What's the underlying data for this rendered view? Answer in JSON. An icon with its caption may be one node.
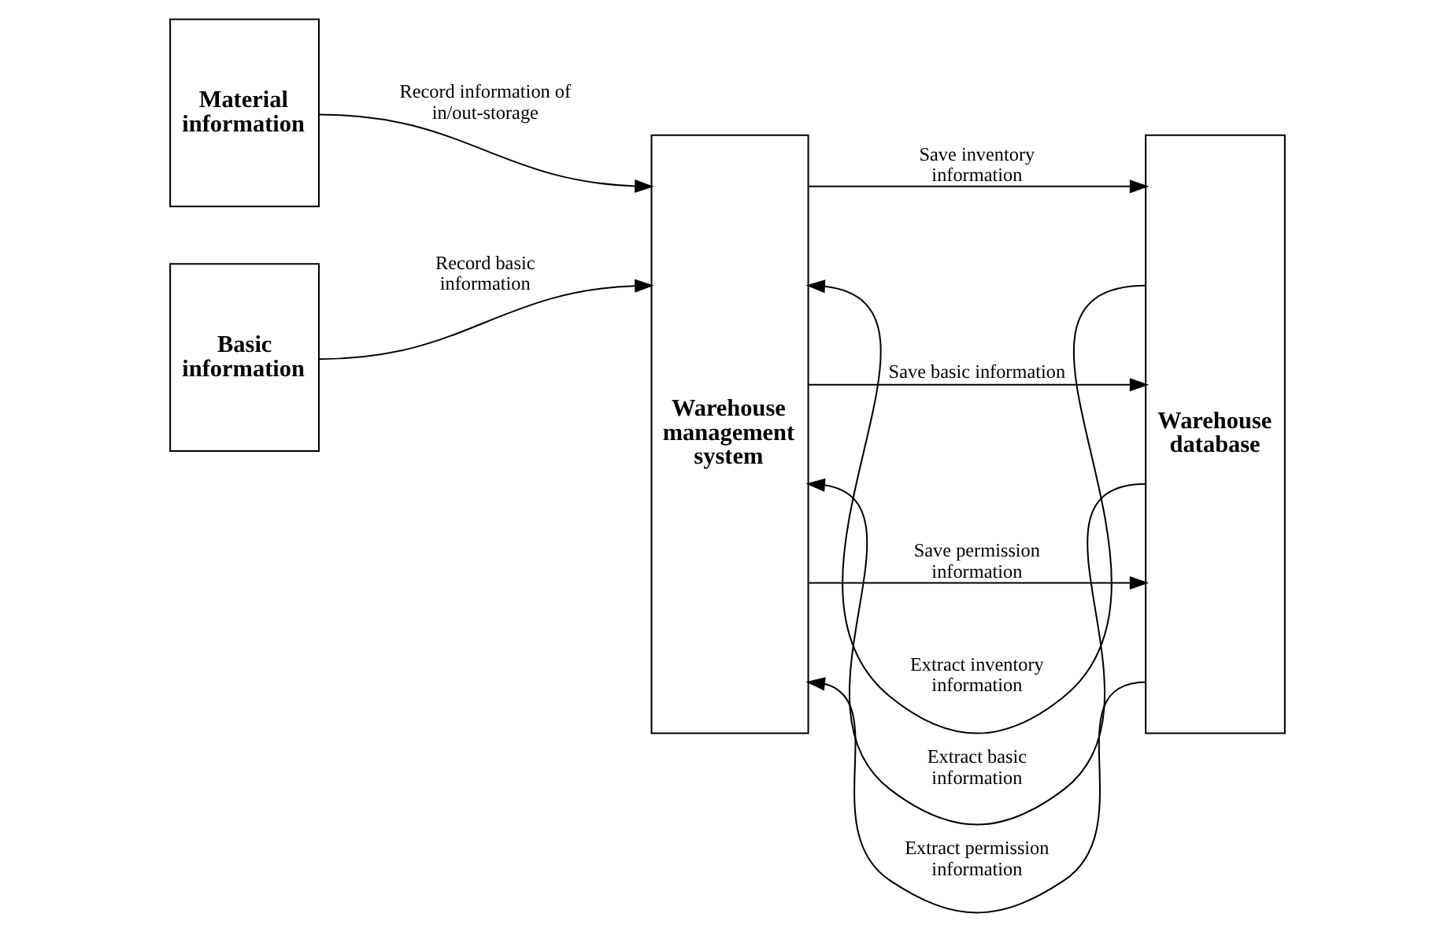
{
  "diagram": {
    "nodes": [
      {
        "text": [
          "Material information"
        ]
      },
      {
        "text": [
          "Basic information"
        ]
      },
      {
        "text": [
          "Warehouse management system"
        ]
      },
      {
        "text": [
          "Warehouse database"
        ]
      }
    ],
    "edges": [
      {
        "from": 0,
        "to": 2,
        "arrow": "to",
        "label": "Record information of in/out-storage"
      },
      {
        "from": 1,
        "to": 2,
        "arrow": "to",
        "label": "Record basic information"
      },
      {
        "from": 2,
        "to": 3,
        "arrow": "to",
        "label": "Save inventory information"
      },
      {
        "from": 3,
        "to": 2,
        "arrow": "to",
        "label": "Extract inventory information"
      },
      {
        "from": 2,
        "to": 3,
        "arrow": "to",
        "label": "Save basic information"
      },
      {
        "from": 3,
        "to": 2,
        "arrow": "to",
        "label": "Extract basic information"
      },
      {
        "from": 2,
        "to": 3,
        "arrow": "to",
        "label": "Save permission information"
      },
      {
        "from": 3,
        "to": 2,
        "arrow": "to",
        "label": "Extract permission information"
      }
    ]
  }
}
